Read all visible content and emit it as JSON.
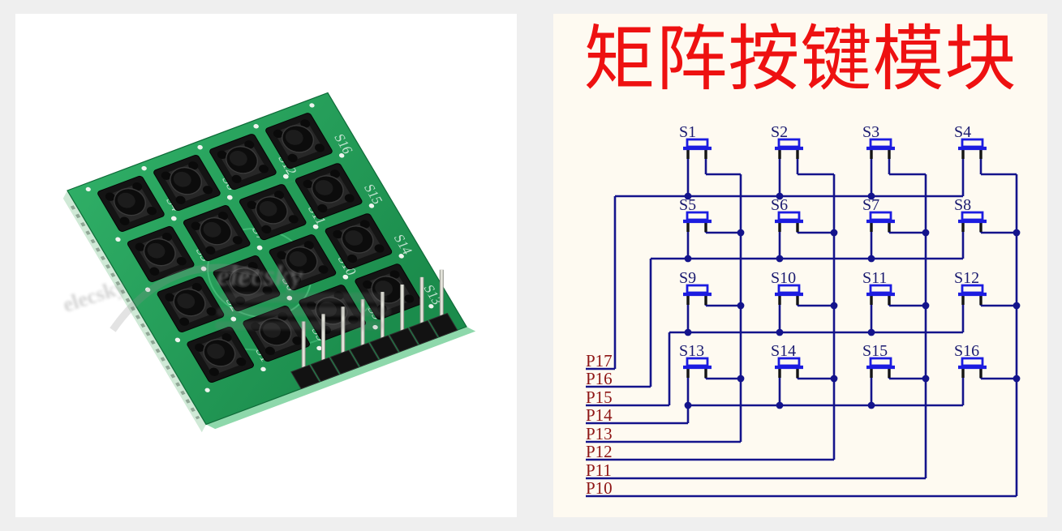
{
  "page": {
    "background": "#efefef"
  },
  "title": {
    "text": "矩阵按键模块",
    "color": "#ee1111"
  },
  "photo": {
    "watermark_main": "elecsky",
    "watermark_side": "elecsky",
    "board_color": "#22a159",
    "board_edge_color": "#8ed8ab",
    "button_color": "#141414",
    "pin_color": "#e3e3da"
  },
  "schematic": {
    "background": "#fefaf1",
    "wire_color": "#14148c",
    "contact_color": "#141414",
    "switch_color": "#1c1ce0",
    "switch_label_color": "#1a1a70",
    "pin_label_color": "#8e1515",
    "switches": [
      "S1",
      "S2",
      "S3",
      "S4",
      "S5",
      "S6",
      "S7",
      "S8",
      "S9",
      "S10",
      "S11",
      "S12",
      "S13",
      "S14",
      "S15",
      "S16"
    ],
    "pins": [
      "P17",
      "P16",
      "P15",
      "P14",
      "P13",
      "P12",
      "P11",
      "P10"
    ],
    "connections": {
      "rows": [
        {
          "pin": "P17",
          "switches": [
            "S1",
            "S2",
            "S3",
            "S4"
          ]
        },
        {
          "pin": "P16",
          "switches": [
            "S5",
            "S6",
            "S7",
            "S8"
          ]
        },
        {
          "pin": "P15",
          "switches": [
            "S9",
            "S10",
            "S11",
            "S12"
          ]
        },
        {
          "pin": "P14",
          "switches": [
            "S13",
            "S14",
            "S15",
            "S16"
          ]
        }
      ],
      "columns": [
        {
          "pin": "P13",
          "switches": [
            "S1",
            "S5",
            "S9",
            "S13"
          ]
        },
        {
          "pin": "P12",
          "switches": [
            "S2",
            "S6",
            "S10",
            "S14"
          ]
        },
        {
          "pin": "P11",
          "switches": [
            "S3",
            "S7",
            "S11",
            "S15"
          ]
        },
        {
          "pin": "P10",
          "switches": [
            "S4",
            "S8",
            "S12",
            "S16"
          ]
        }
      ]
    }
  }
}
